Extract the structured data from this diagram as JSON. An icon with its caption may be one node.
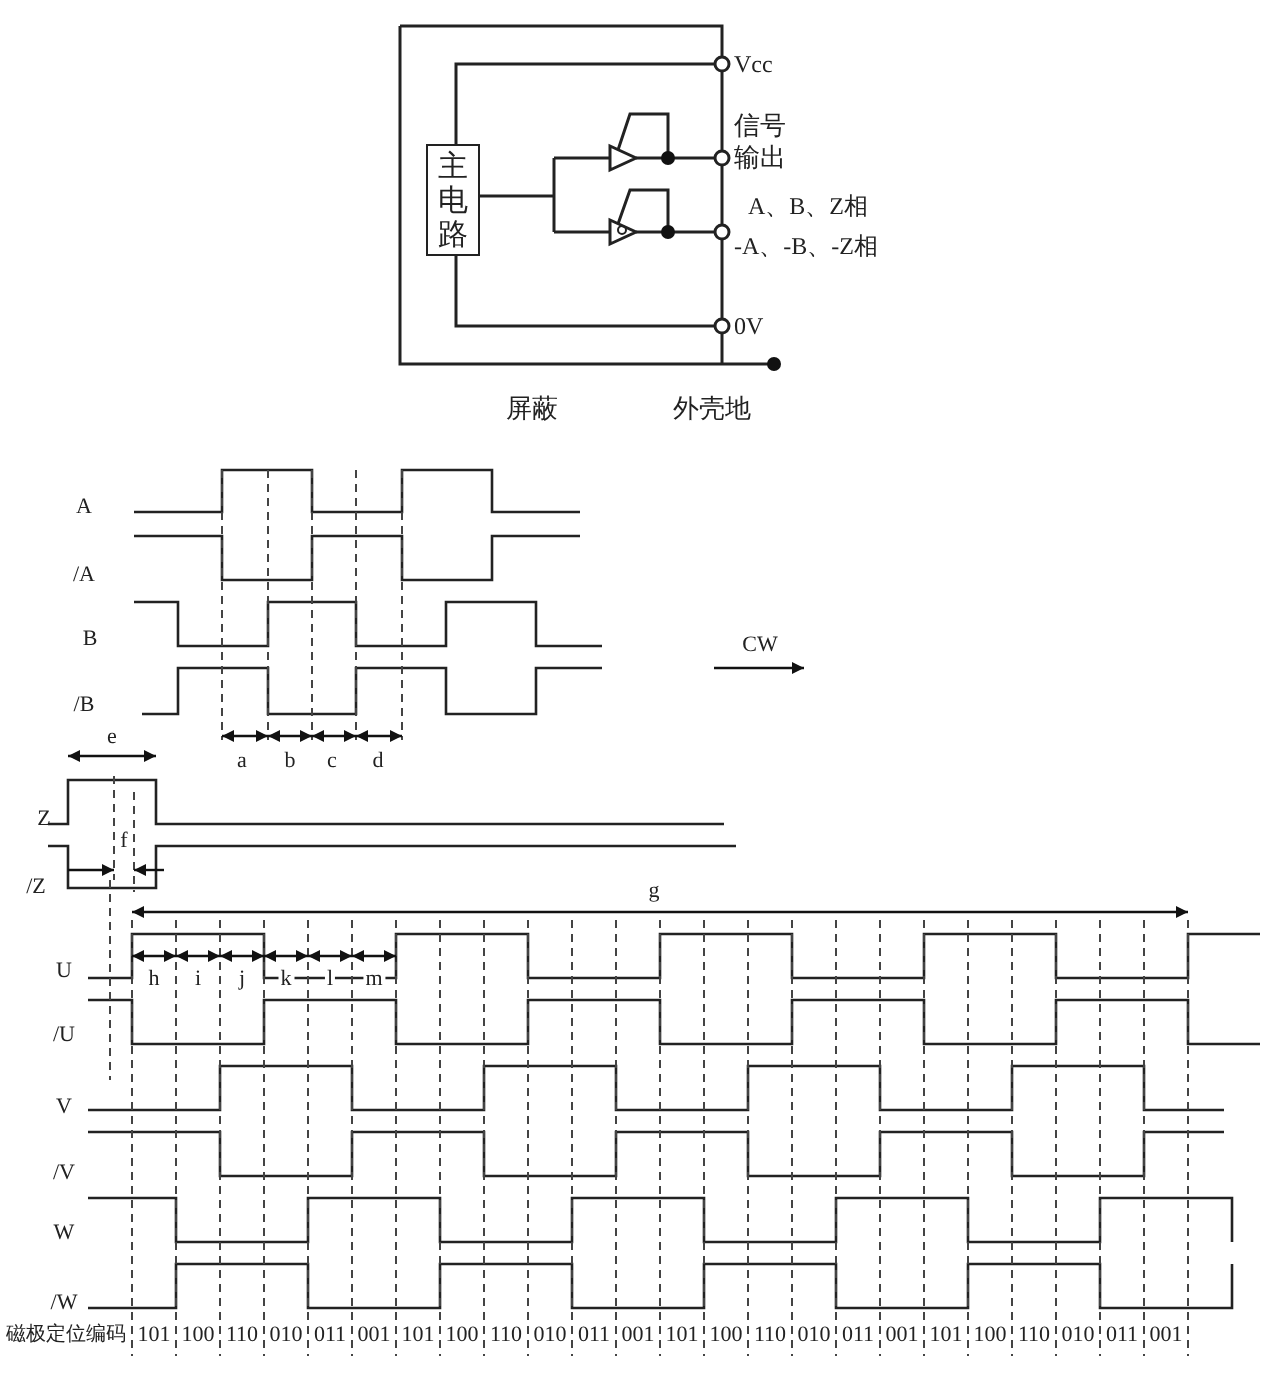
{
  "diagram": {
    "nodes": [
      {
        "text": [
          "主电路"
        ]
      }
    ],
    "labels": [
      "Vcc",
      "信号输出",
      "A、B、Z相",
      "-A、-B、-Z相",
      "0V",
      "屏蔽",
      "外壳地",
      "A",
      "/A",
      "B",
      "/B",
      "CW",
      "a",
      "b",
      "c",
      "d",
      "e",
      "Z",
      "f",
      "/Z",
      "g",
      "U",
      "h",
      "i",
      "j",
      "k",
      "l",
      "m",
      "/U",
      "V",
      "/V",
      "W",
      "/W",
      "磁极定位编码",
      "101",
      "100",
      "110",
      "010",
      "011",
      "001",
      "101",
      "100",
      "110",
      "010",
      "011",
      "001",
      "101",
      "100",
      "110",
      "010",
      "011",
      "001",
      "101",
      "100",
      "110",
      "010",
      "011",
      "001"
    ]
  }
}
